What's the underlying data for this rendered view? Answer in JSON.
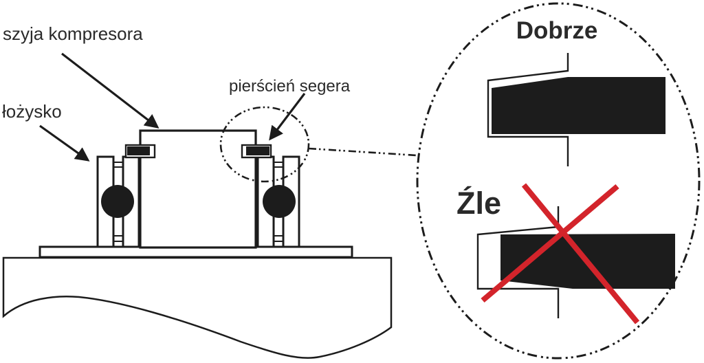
{
  "labels": {
    "compressor_neck": "szyja kompresora",
    "bearing": "łożysko",
    "seger_ring": "pierścień segera"
  },
  "detail": {
    "good_label": "Dobrze",
    "bad_label": "Źle"
  },
  "colors": {
    "good": "#26a344",
    "bad": "#d3242b",
    "ink": "#1c1c1c",
    "background": "#ffffff"
  }
}
